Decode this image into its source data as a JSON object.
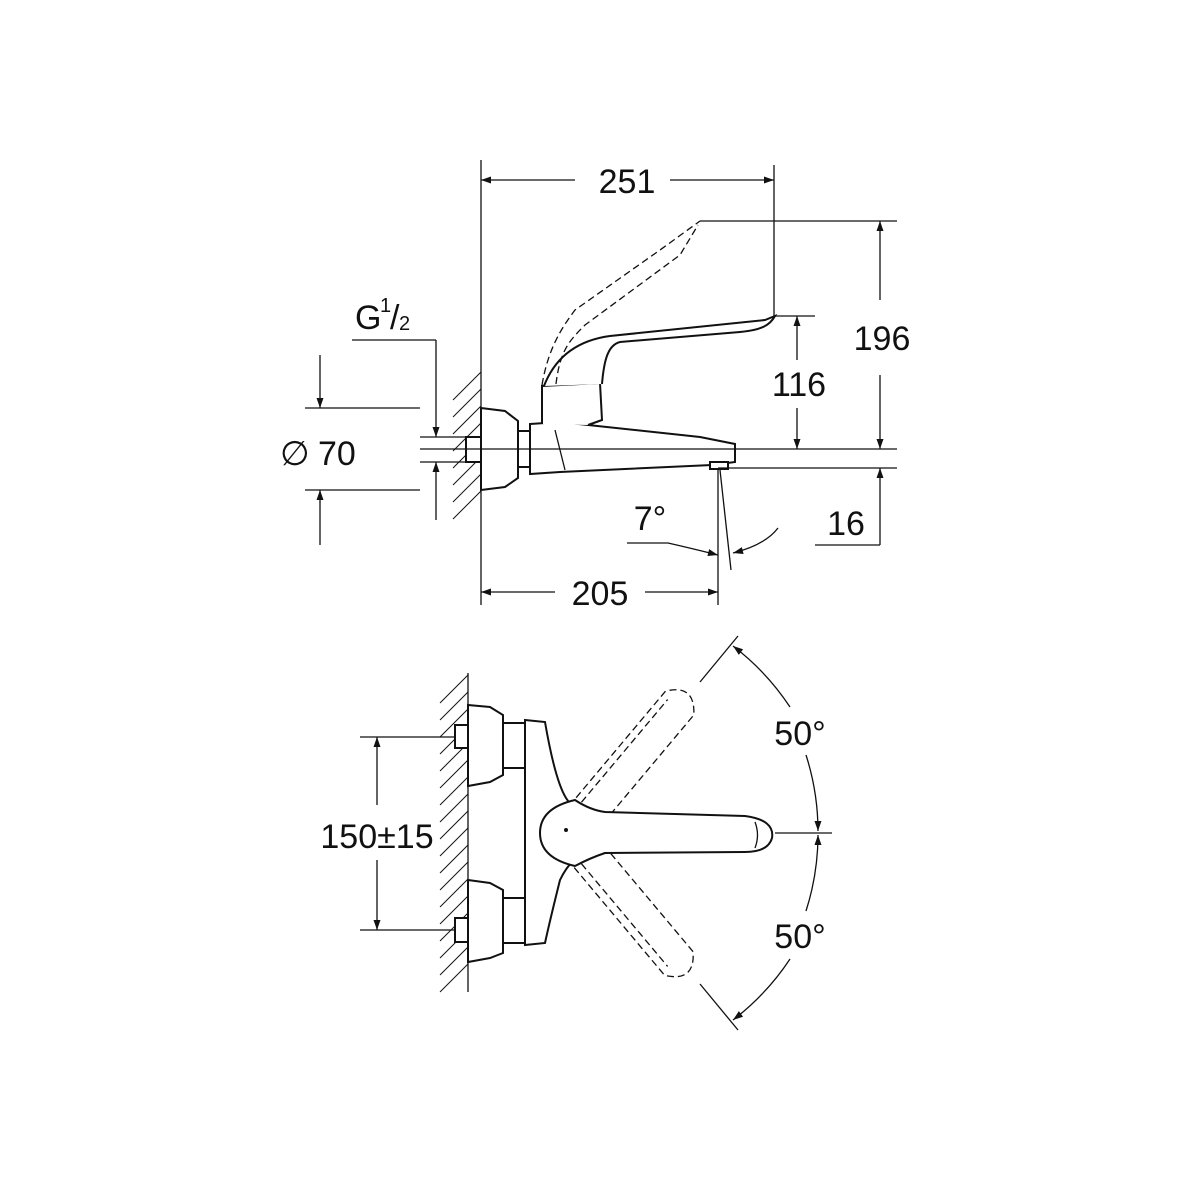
{
  "side_view": {
    "overall_length": "251",
    "height_max": "196",
    "height_handle": "116",
    "spout_height": "16",
    "spout_angle": "7°",
    "spout_projection": "205",
    "thread_label": "G",
    "thread_num": "1",
    "thread_den": "2",
    "escutcheon_diameter_symbol": "∅",
    "escutcheon_diameter": "70"
  },
  "top_view": {
    "inlet_spacing": "150±15",
    "rotation_up": "50°",
    "rotation_down": "50°"
  },
  "colors": {
    "line": "#111111",
    "background": "#ffffff"
  }
}
